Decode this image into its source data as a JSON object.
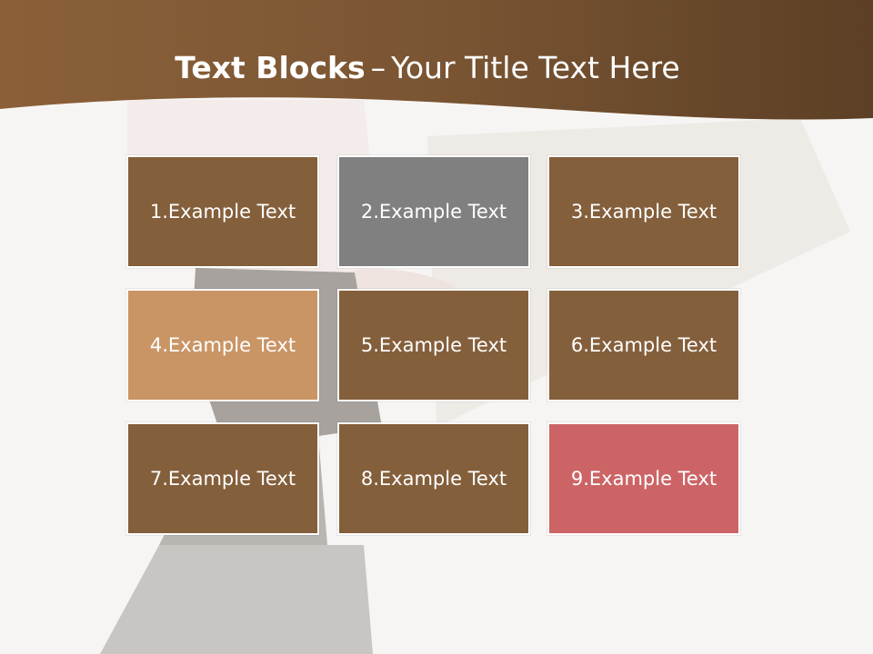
{
  "slide": {
    "title_bold": "Text Blocks",
    "title_dash": "–",
    "title_rest": "Your Title Text Here"
  },
  "colors": {
    "header": "#7a5533",
    "block_default": "#845f3b",
    "block_gray": "#808080",
    "block_tan": "#c99565",
    "block_red": "#cc6466"
  },
  "blocks": [
    {
      "label": "1.Example Text",
      "color": "#845f3b"
    },
    {
      "label": "2.Example Text",
      "color": "#808080"
    },
    {
      "label": "3.Example Text",
      "color": "#845f3b"
    },
    {
      "label": "4.Example Text",
      "color": "#c99565"
    },
    {
      "label": "5.Example Text",
      "color": "#845f3b"
    },
    {
      "label": "6.Example Text",
      "color": "#845f3b"
    },
    {
      "label": "7.Example Text",
      "color": "#845f3b"
    },
    {
      "label": "8.Example Text",
      "color": "#845f3b"
    },
    {
      "label": "9.Example Text",
      "color": "#cc6466"
    }
  ]
}
